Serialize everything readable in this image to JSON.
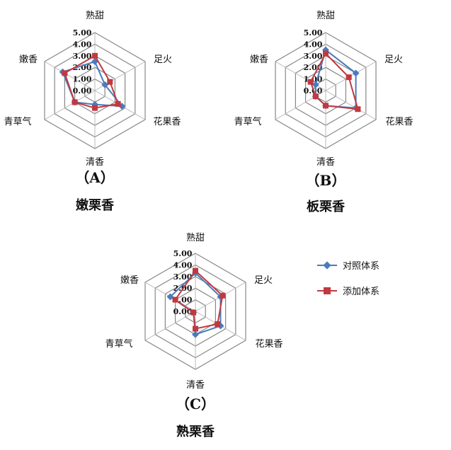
{
  "colors": {
    "control": "#4a7bbd",
    "added": "#c0393f",
    "grid": "#888888",
    "axis": "#b8b8b8"
  },
  "legend": {
    "control_label": "对照体系",
    "added_label": "添加体系"
  },
  "chart_data": [
    {
      "type": "radar",
      "panel_label": "（A）",
      "title": "嫩栗香",
      "axes": [
        "熟甜",
        "足火",
        "花果香",
        "清香",
        "青草气",
        "嫩香"
      ],
      "tick_labels": [
        "0.00",
        "1.00",
        "2.00",
        "3.00",
        "4.00",
        "5.00"
      ],
      "range": [
        0,
        5
      ],
      "series": [
        {
          "name": "对照体系",
          "values": [
            2.5,
            1.0,
            2.7,
            1.2,
            2.0,
            3.2
          ]
        },
        {
          "name": "添加体系",
          "values": [
            3.0,
            1.5,
            2.3,
            1.5,
            2.0,
            3.0
          ]
        }
      ]
    },
    {
      "type": "radar",
      "panel_label": "（B）",
      "title": "板栗香",
      "axes": [
        "熟甜",
        "足火",
        "花果香",
        "清香",
        "青草气",
        "嫩香"
      ],
      "tick_labels": [
        "0.00",
        "1.00",
        "2.00",
        "3.00",
        "4.00",
        "5.00"
      ],
      "range": [
        0,
        5
      ],
      "series": [
        {
          "name": "对照体系",
          "values": [
            3.5,
            3.0,
            3.0,
            1.3,
            1.0,
            1.0
          ]
        },
        {
          "name": "添加体系",
          "values": [
            3.2,
            2.3,
            3.2,
            1.3,
            1.0,
            1.5
          ]
        }
      ]
    },
    {
      "type": "radar",
      "panel_label": "（C）",
      "title": "熟栗香",
      "axes": [
        "熟甜",
        "足火",
        "花果香",
        "清香",
        "青草气",
        "嫩香"
      ],
      "tick_labels": [
        "0.00",
        "1.00",
        "2.00",
        "3.00",
        "4.00",
        "5.00"
      ],
      "range": [
        0,
        5
      ],
      "series": [
        {
          "name": "对照体系",
          "values": [
            3.3,
            2.5,
            2.5,
            2.0,
            0.2,
            2.5
          ]
        },
        {
          "name": "添加体系",
          "values": [
            3.5,
            2.7,
            2.2,
            1.5,
            0.2,
            2.0
          ]
        }
      ]
    }
  ]
}
